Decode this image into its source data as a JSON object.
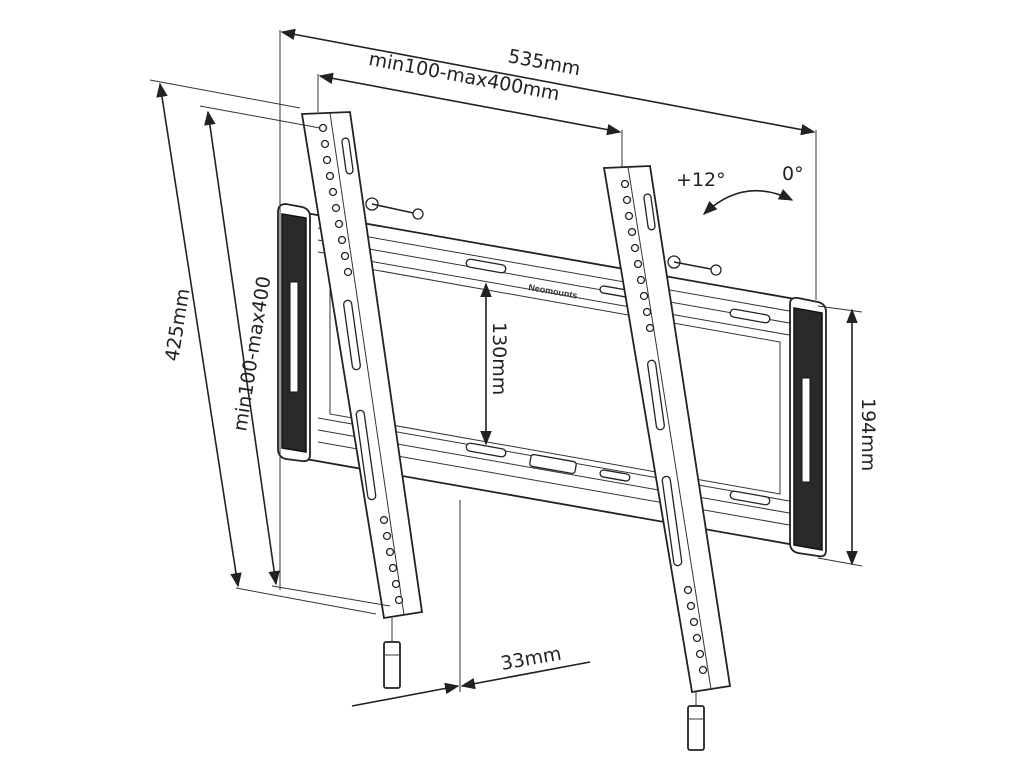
{
  "dimensions": {
    "overall_width": "535mm",
    "vesa_horizontal": "min100-max400mm",
    "overall_height": "425mm",
    "vesa_vertical": "min100-max400",
    "rail_spacing": "130mm",
    "wall_plate_height": "194mm",
    "wall_distance": "33mm"
  },
  "tilt": {
    "max": "+12°",
    "min": "0°"
  },
  "brand": "Neomounts"
}
